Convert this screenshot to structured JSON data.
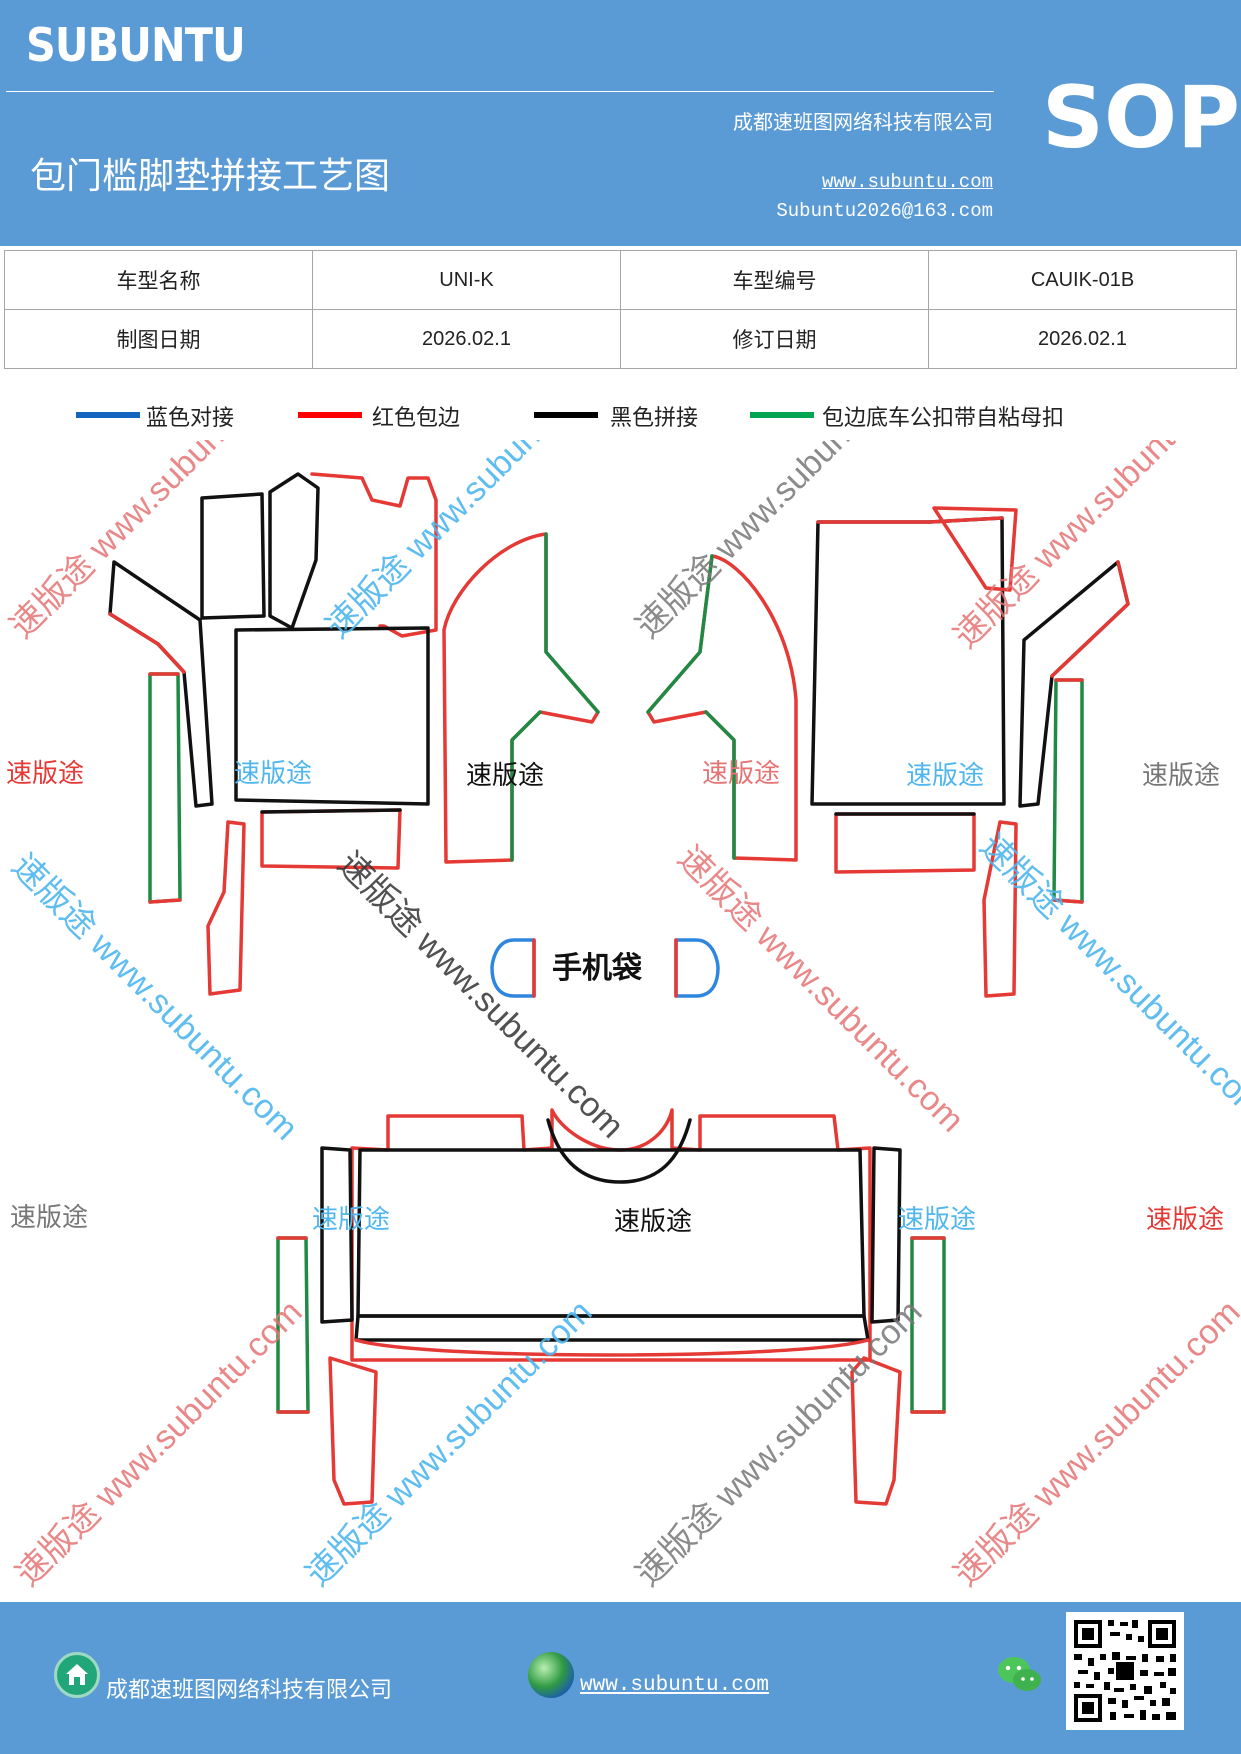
{
  "header": {
    "brand": "SUBUNTU",
    "title": "包门槛脚垫拼接工艺图",
    "company": "成都速班图网络科技有限公司",
    "website": "www.subuntu.com",
    "email": "Subuntu2026@163.com",
    "doc_type": "SOP"
  },
  "info_table": {
    "model_name_label": "车型名称",
    "model_name": "UNI-K",
    "model_code_label": "车型编号",
    "model_code": "CAUIK-01B",
    "draw_date_label": "制图日期",
    "draw_date": "2026.02.1",
    "revise_date_label": "修订日期",
    "revise_date": "2026.02.1"
  },
  "legend": [
    {
      "label": "蓝色对接",
      "color": "#1565c0"
    },
    {
      "label": "红色包边",
      "color": "#ff0000"
    },
    {
      "label": "黑色拼接",
      "color": "#000000"
    },
    {
      "label": "包边底车公扣带自粘母扣",
      "color": "#00a651"
    }
  ],
  "colors": {
    "header_bg": "#5b9bd5",
    "edge_blue": "#2e86de",
    "edge_red": "#e53935",
    "edge_black": "#111111",
    "edge_green": "#1e8a44"
  },
  "drawing": {
    "pocket_label": "手机袋",
    "brand_cn": "速版途",
    "watermark_diag": "速版途 www.subuntu.com"
  },
  "footer": {
    "company": "成都速班图网络科技有限公司",
    "website": "www.subuntu.com",
    "company_icon": "home-badge-icon",
    "website_icon": "globe-icon",
    "wechat_icon": "wechat-icon",
    "qr_icon": "qr-code-icon"
  }
}
